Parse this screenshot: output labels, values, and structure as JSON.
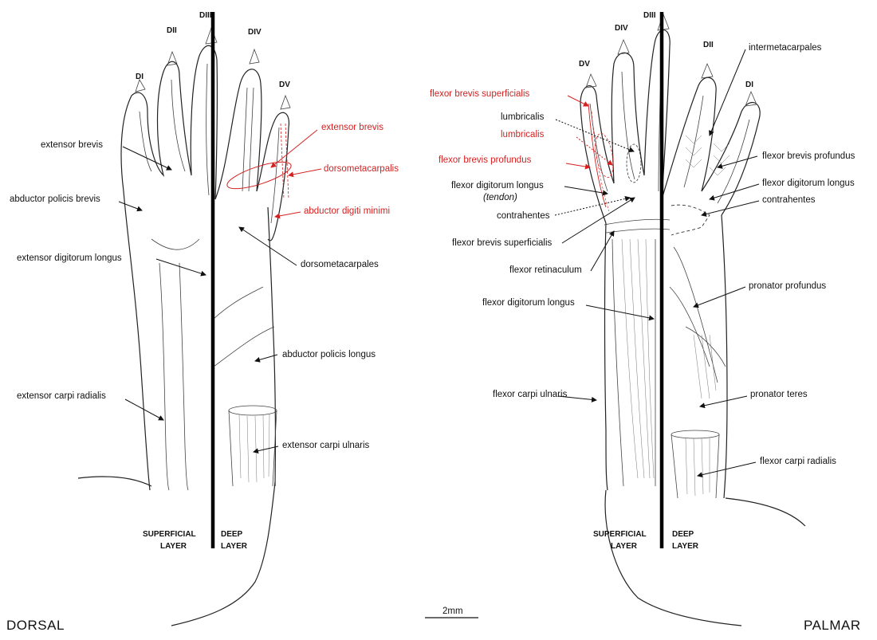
{
  "views": {
    "dorsal": "Dorsal",
    "palmar": "Palmar"
  },
  "scale_bar": "2mm",
  "layers": {
    "superficial": [
      "Superficial",
      "Layer"
    ],
    "deep": [
      "Deep",
      "Layer"
    ]
  },
  "digits": {
    "dorsal": [
      "DI",
      "DII",
      "DIII",
      "DIV",
      "DV"
    ],
    "palmar": [
      "DV",
      "DIV",
      "DIII",
      "DII",
      "DI"
    ]
  },
  "colors": {
    "label": "#111111",
    "highlight": "#d42020",
    "outline": "#222222"
  },
  "dorsal_labels": [
    {
      "id": "d-extensor-brevis-l",
      "text": "extensor brevis",
      "red": false
    },
    {
      "id": "d-abductor-policis-brevis",
      "text": "abductor policis brevis",
      "red": false
    },
    {
      "id": "d-extensor-digitorum-longus",
      "text": "extensor digitorum longus",
      "red": false
    },
    {
      "id": "d-extensor-carpi-radialis",
      "text": "extensor carpi radialis",
      "red": false
    },
    {
      "id": "d-extensor-brevis-r",
      "text": "extensor brevis",
      "red": true
    },
    {
      "id": "d-dorsometacarpalis",
      "text": "dorsometacarpalis",
      "red": true
    },
    {
      "id": "d-abductor-digiti-minimi",
      "text": "abductor digiti minimi",
      "red": true
    },
    {
      "id": "d-dorsometacarpales",
      "text": "dorsometacarpales",
      "red": false
    },
    {
      "id": "d-abductor-policis-longus",
      "text": "abductor policis longus",
      "red": false
    },
    {
      "id": "d-extensor-carpi-ulnaris",
      "text": "extensor carpi ulnaris",
      "red": false
    }
  ],
  "palmar_labels": [
    {
      "id": "p-flexor-brevis-superficialis-red",
      "text": "flexor brevis superficialis",
      "red": true
    },
    {
      "id": "p-lumbricalis",
      "text": "lumbricalis",
      "red": false
    },
    {
      "id": "p-lumbricalis-red",
      "text": "lumbricalis",
      "red": true
    },
    {
      "id": "p-flexor-brevis-profundus-red",
      "text": "flexor brevis profundus",
      "red": true
    },
    {
      "id": "p-flexor-digitorum-longus-tendon",
      "text": "flexor digitorum longus",
      "red": false
    },
    {
      "id": "p-tendon",
      "text": "(tendon)",
      "red": false
    },
    {
      "id": "p-contrahentes-l",
      "text": "contrahentes",
      "red": false
    },
    {
      "id": "p-flexor-brevis-superficialis",
      "text": "flexor brevis superficialis",
      "red": false
    },
    {
      "id": "p-flexor-retinaculum",
      "text": "flexor retinaculum",
      "red": false
    },
    {
      "id": "p-flexor-digitorum-longus",
      "text": "flexor digitorum longus",
      "red": false
    },
    {
      "id": "p-flexor-carpi-ulnaris",
      "text": "flexor carpi ulnaris",
      "red": false
    },
    {
      "id": "p-intermetacarpales",
      "text": "intermetacarpales",
      "red": false
    },
    {
      "id": "p-flexor-brevis-profundus",
      "text": "flexor brevis profundus",
      "red": false
    },
    {
      "id": "p-flexor-digitorum-longus-r",
      "text": "flexor digitorum longus",
      "red": false
    },
    {
      "id": "p-contrahentes-r",
      "text": "contrahentes",
      "red": false
    },
    {
      "id": "p-pronator-profundus",
      "text": "pronator profundus",
      "red": false
    },
    {
      "id": "p-pronator-teres",
      "text": "pronator teres",
      "red": false
    },
    {
      "id": "p-flexor-carpi-radialis",
      "text": "flexor carpi radialis",
      "red": false
    }
  ]
}
